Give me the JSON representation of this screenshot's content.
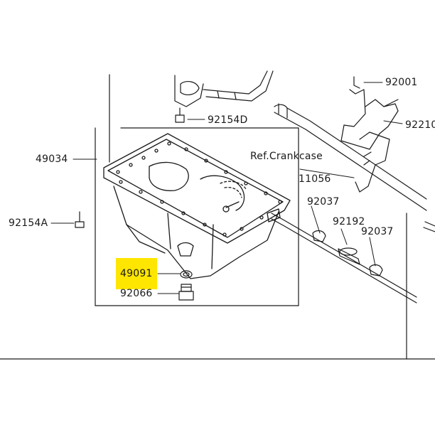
{
  "diagram": {
    "highlight_color": "#ffe600",
    "line_color": "#1a1a1a",
    "labels": {
      "p_92001": "92001",
      "p_92154D": "92154D",
      "p_92210": "92210",
      "p_49034": "49034",
      "p_ref": "Ref.Crankcase",
      "p_11056": "11056",
      "p_92037a": "92037",
      "p_92154A": "92154A",
      "p_92192": "92192",
      "p_92037b": "92037",
      "p_49091": "49091",
      "p_92066": "92066"
    }
  }
}
